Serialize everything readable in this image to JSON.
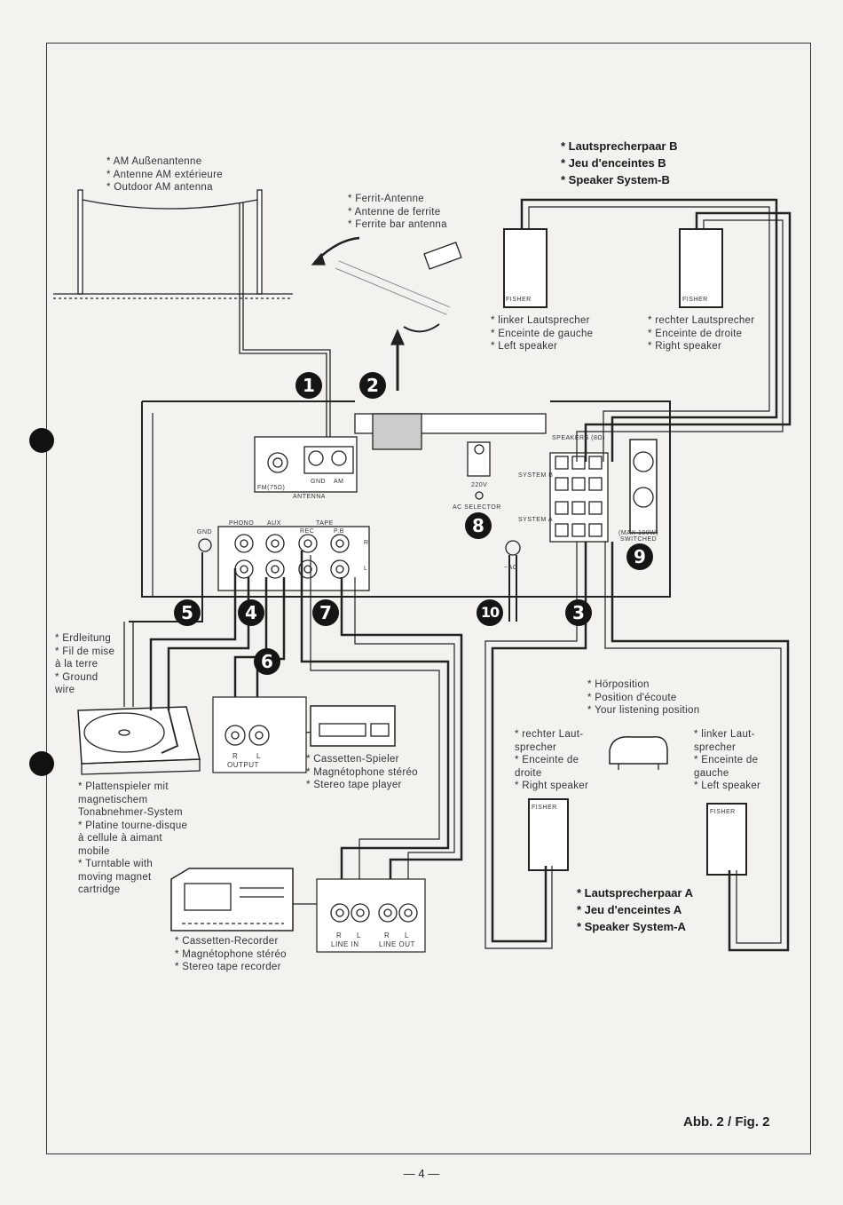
{
  "labels": {
    "am_antenna": "* AM Außenantenne\n* Antenne AM extérieure\n* Outdoor AM antenna",
    "ferrite_antenna": "* Ferrit-Antenne\n* Antenne de ferrite\n* Ferrite bar antenna",
    "speaker_system_b": "* Lautsprecherpaar B\n* Jeu d'enceintes B\n* Speaker System-B",
    "left_speaker_b": "* linker Lautsprecher\n* Enceinte de gauche\n* Left speaker",
    "right_speaker_b": "* rechter Lautsprecher\n* Enceinte de droite\n* Right speaker",
    "ground_wire": "* Erdleitung\n* Fil de mise\n  à la terre\n* Ground\n  wire",
    "listening_position": "* Hörposition\n* Position d'écoute\n* Your listening position",
    "right_speaker_a": "* rechter Laut-\n  sprecher\n* Enceinte de\n  droite\n* Right speaker",
    "left_speaker_a": "* linker Laut-\n  sprecher\n* Enceinte de\n  gauche\n* Left speaker",
    "cassette_player": "* Cassetten-Spieler\n* Magnétophone stéréo\n* Stereo tape player",
    "turntable": "* Plattenspieler mit\n  magnetischem\n  Tonabnehmer-System\n* Platine tourne-disque\n  à cellule à aimant\n  mobile\n* Turntable with\n  moving magnet\n  cartridge",
    "cassette_recorder": "* Cassetten-Recorder\n* Magnétophone stéréo\n* Stereo tape recorder",
    "speaker_system_a": "* Lautsprecherpaar A\n* Jeu d'enceintes A\n* Speaker System-A"
  },
  "panel": {
    "antenna": "ANTENNA",
    "fm_75": "FM(75Ω)",
    "gnd": "GND",
    "am": "AM",
    "phono": "PHONO",
    "aux": "AUX",
    "tape": "TAPE",
    "rec": "REC",
    "pb": "P.B",
    "gnd_terminal": "GND",
    "voltage": "220V",
    "ac_selector": "AC SELECTOR",
    "speakers": "SPEAKERS (8Ω)",
    "system_a": "SYSTEM A",
    "system_b": "SYSTEM B",
    "outlet": "(MAX 100W)\nSWITCHED",
    "ac": "~AC",
    "r_label": "R",
    "l_label": "L"
  },
  "jacks": {
    "output_r": "R",
    "output_l": "L",
    "output": "OUTPUT",
    "line_in": "LINE IN",
    "line_out": "LINE OUT",
    "line_r1": "R",
    "line_l1": "L",
    "line_r2": "R",
    "line_l2": "L"
  },
  "brand": "FISHER",
  "callouts": [
    "1",
    "2",
    "3",
    "4",
    "5",
    "6",
    "7",
    "8",
    "9",
    "10"
  ],
  "figure_caption": "Abb. 2 / Fig. 2",
  "page_number": "— 4 —"
}
